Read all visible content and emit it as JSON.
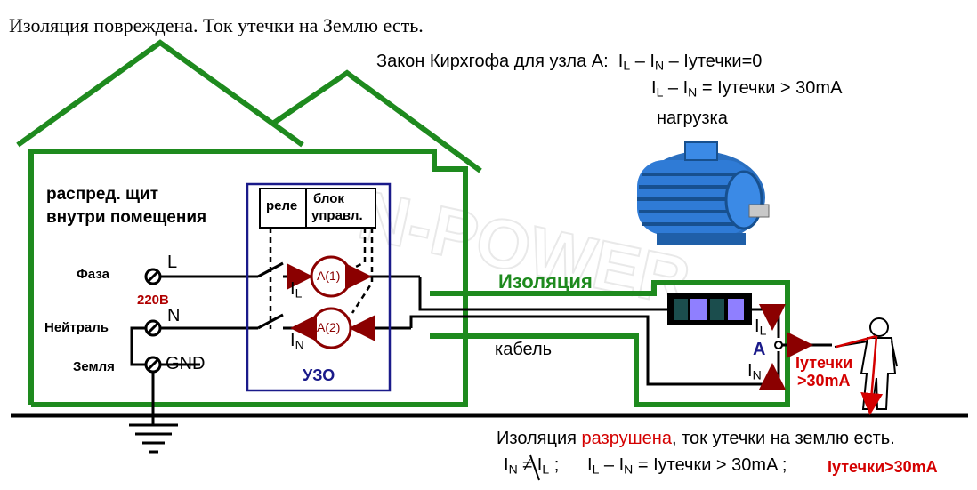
{
  "title": "Изоляция повреждена. Ток утечки на Землю есть.",
  "law": {
    "line1_prefix": "Закон Кирхгофа для узла A:",
    "line1_formula": "I",
    "line1_L": "L",
    "line1_mid": " – I",
    "line1_N": "N",
    "line1_rest": " – Iутечки=0",
    "line2_I": "I",
    "line2_L": "L",
    "line2_mid": " – I",
    "line2_N": "N",
    "line2_rest": " = Iутечки > 30mA"
  },
  "load_label": "нагрузка",
  "panel_label_1": "распред. щит",
  "panel_label_2": "внутри помещения",
  "relay_label": "реле",
  "control_label_1": "блок",
  "control_label_2": "управл.",
  "phase_label": "Фаза",
  "phase_terminal": "L",
  "voltage_label": "220В",
  "neutral_label": "Нейтраль",
  "neutral_terminal": "N",
  "ground_label": "Земля",
  "ground_terminal": "GND",
  "ammeter_1": "A(1)",
  "ammeter_2": "A(2)",
  "current_l_I": "I",
  "current_l_sub": "L",
  "current_n_I": "I",
  "current_n_sub": "N",
  "rcd_label": "УЗО",
  "insulation_label": "Изоляция",
  "cable_label": "кабель",
  "node_label": "A",
  "leak_label_1": "Iутечки",
  "leak_label_2": ">30mA",
  "watermark": "N-POWER",
  "bottom": {
    "line1_a": "Изоляция ",
    "line1_red": "разрушена",
    "line1_b": ", ток  утечки на землю есть.",
    "line2_a_I": "I",
    "line2_a_N": "N",
    "line2_a_mid": " ≠ I",
    "line2_a_L": "L",
    "line2_a_end": " ;",
    "line2_b_I": "I",
    "line2_b_L": "L",
    "line2_b_mid": " – I",
    "line2_b_N": "N",
    "line2_b_end": " = Iутечки > 30mA ;",
    "line2_red": "Iутечки>30mA"
  },
  "colors": {
    "house": "#1e8a1e",
    "wire": "#000000",
    "accent": "#8b0000",
    "rcd_border": "#1a1a8a",
    "alert": "#d40000"
  }
}
